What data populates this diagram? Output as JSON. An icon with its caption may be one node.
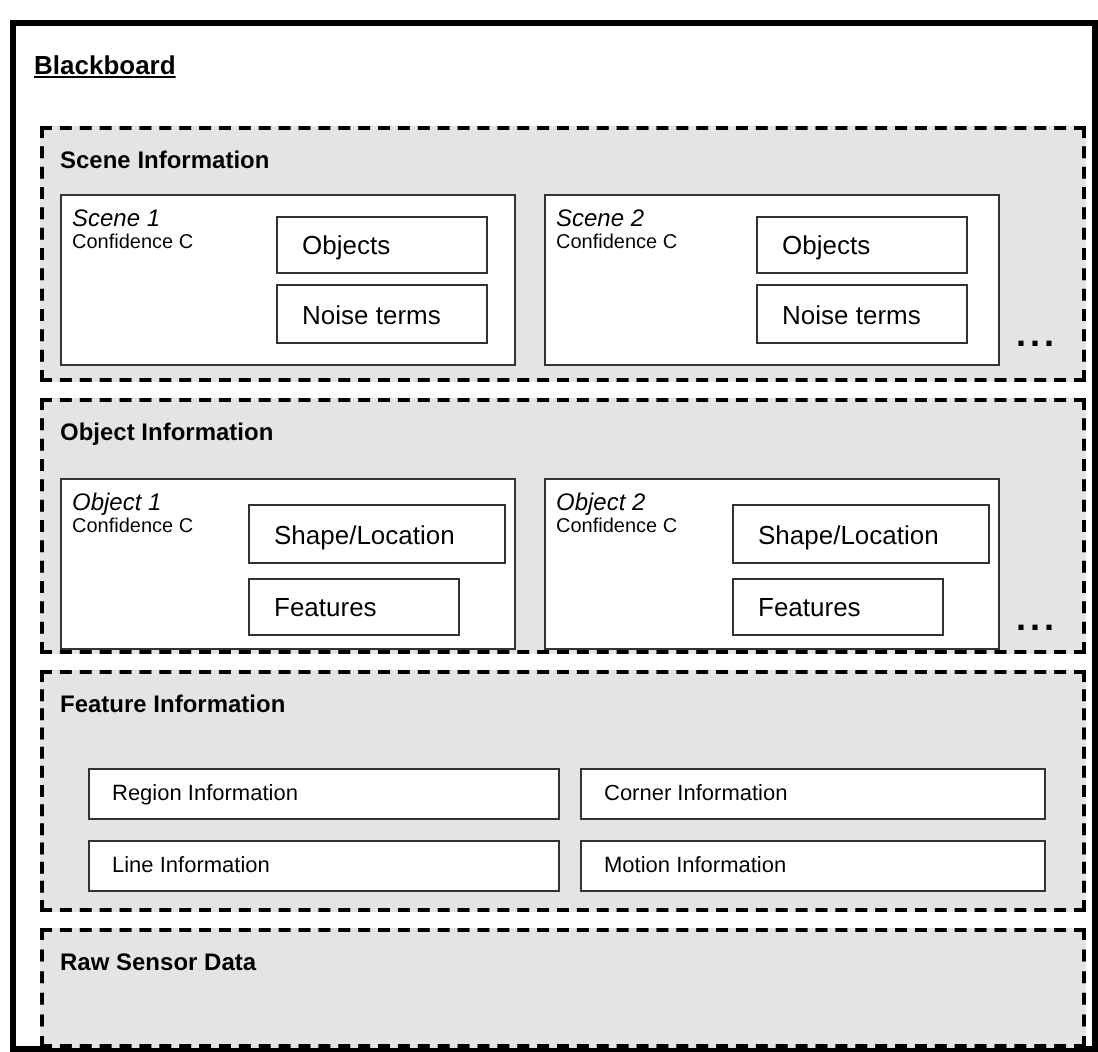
{
  "diagram": {
    "nodes": [
      {
        "text": [
          "Blackboard"
        ]
      },
      {
        "text": [
          "Scene Information"
        ],
        "in": 0
      },
      {
        "text": [
          "Scene 1",
          "Confidence C"
        ],
        "in": 1
      },
      {
        "text": [
          "Objects"
        ],
        "in": 2
      },
      {
        "text": [
          "Noise terms"
        ],
        "in": 2
      },
      {
        "text": [
          "Scene 2",
          "Confidence C"
        ],
        "in": 1
      },
      {
        "text": [
          "Objects"
        ],
        "in": 5
      },
      {
        "text": [
          "Noise terms"
        ],
        "in": 5
      },
      {
        "text": [
          "Object Information"
        ],
        "in": 0
      },
      {
        "text": [
          "Object 1",
          "Confidence C"
        ],
        "in": 8
      },
      {
        "text": [
          "Shape/Location"
        ],
        "in": 9
      },
      {
        "text": [
          "Features"
        ],
        "in": 9
      },
      {
        "text": [
          "Object 2",
          "Confidence C"
        ],
        "in": 8
      },
      {
        "text": [
          "Shape/Location"
        ],
        "in": 12
      },
      {
        "text": [
          "Features"
        ],
        "in": 12
      },
      {
        "text": [
          "Feature Information"
        ],
        "in": 0
      },
      {
        "text": [
          "Region Information"
        ],
        "in": 15
      },
      {
        "text": [
          "Corner Information"
        ],
        "in": 15
      },
      {
        "text": [
          "Line Information"
        ],
        "in": 15
      },
      {
        "text": [
          "Motion Information"
        ],
        "in": 15
      },
      {
        "text": [
          "Raw Sensor Data"
        ],
        "in": 0
      }
    ],
    "edges": [],
    "labels": [
      "...",
      "..."
    ]
  }
}
